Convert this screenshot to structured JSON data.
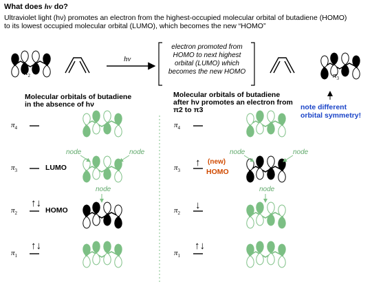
{
  "header": {
    "title_prefix": "What does ",
    "title_hv": "hν",
    "title_suffix": " do?",
    "intro_line1": "Ultraviolet light (hν) promotes an electron from the highest-occupied molecular orbital of butadiene (HOMO)",
    "intro_line2": "to its lowest occupied molecular orbital (LUMO), which becomes the new “HOMO”"
  },
  "reaction": {
    "left_orbital_label": "π",
    "left_orbital_sub": "2",
    "arrow_label": "hν",
    "bracket_text": "electron promoted from HOMO to next highest orbital (LUMO) which becomes the new HOMO",
    "right_orbital_label": "π",
    "right_orbital_sub": "3"
  },
  "left_panel": {
    "heading_line1": "Molecular orbitals of butadiene",
    "heading_line2": "in the absence of hν",
    "levels": [
      {
        "label": "π",
        "sub": "4"
      },
      {
        "label": "π",
        "sub": "3",
        "name": "LUMO"
      },
      {
        "label": "π",
        "sub": "2",
        "name": "HOMO",
        "electrons": "↑↓"
      },
      {
        "label": "π",
        "sub": "1",
        "electrons": "↑↓"
      }
    ]
  },
  "right_panel": {
    "heading_line1": "Molecular orbitals of butadiene",
    "heading_line2": "after hν promotes an electron from",
    "heading_line3": "π2 to π3",
    "note_line1": "note different",
    "note_line2": "orbital symmetry!",
    "levels": [
      {
        "label": "π",
        "sub": "4"
      },
      {
        "label": "π",
        "sub": "3",
        "name": "HOMO",
        "tag": "(new)",
        "electrons": "↑"
      },
      {
        "label": "π",
        "sub": "2",
        "electrons": "↓"
      },
      {
        "label": "π",
        "sub": "1",
        "electrons": "↑↓"
      }
    ]
  },
  "node_label": "node",
  "colors": {
    "orbital_green": "#7cbf84",
    "orbital_black": "#000000",
    "note_blue": "#1a44c8",
    "new_orange": "#d04a00"
  }
}
